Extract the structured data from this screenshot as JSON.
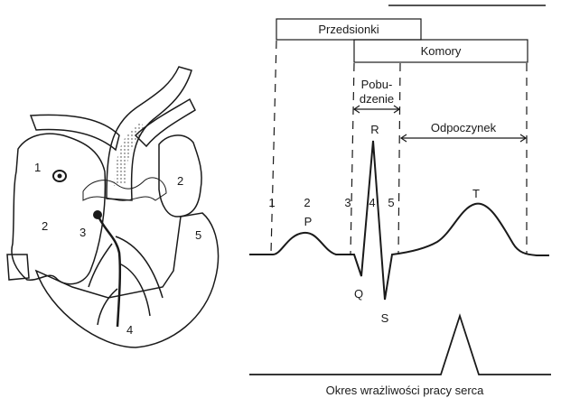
{
  "heart": {
    "labels": [
      "1",
      "2",
      "3",
      "2",
      "5",
      "4"
    ]
  },
  "timeline": {
    "bars": [
      "Przedsionki",
      "Komory"
    ]
  },
  "brackets": {
    "excitation_line1": "Pobu-",
    "excitation_line2": "dzenie",
    "rest": "Odpoczynek"
  },
  "phases": [
    "1",
    "2",
    "3",
    "4",
    "5"
  ],
  "ecg_waves": [
    "P",
    "Q",
    "R",
    "S",
    "T"
  ],
  "caption": "Okres wrażliwości pracy serca"
}
